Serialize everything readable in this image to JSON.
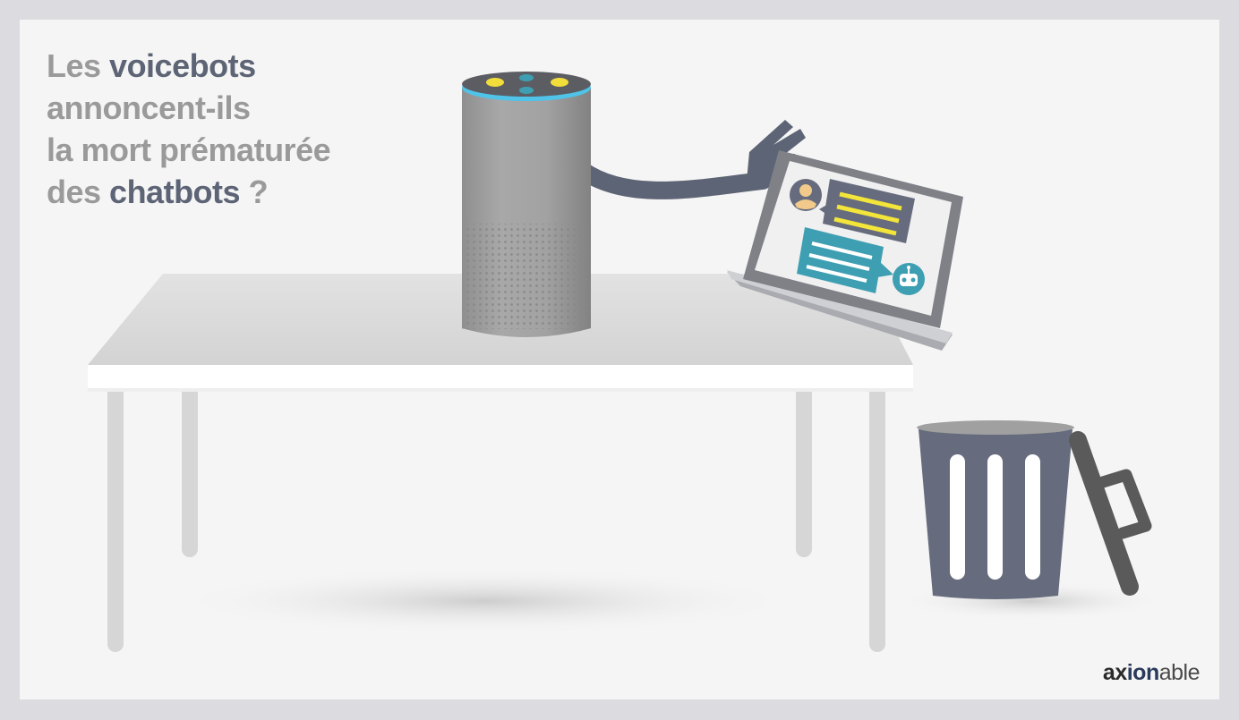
{
  "headline": {
    "line1_pre": "Les ",
    "line1_bold": "voicebots",
    "line2": "annoncent-ils",
    "line3": "la mort prématurée",
    "line4_pre": "des ",
    "line4_bold": "chatbots",
    "line4_post": " ?"
  },
  "logo": {
    "part1": "ax",
    "part2": "ion",
    "part3": "able"
  },
  "colors": {
    "background": "#f5f5f5",
    "frame_border": "#dcdce0",
    "headline_gray": "#9a9a9a",
    "headline_dark": "#5d6475",
    "speaker_gray": "#a0a0a0",
    "speaker_light_ring": "#4fc3e8",
    "speaker_buttons": "#f2de3a",
    "arm": "#5d6475",
    "laptop_frame": "#7f8187",
    "chat_yellow": "#f4e53a",
    "chat_teal": "#3f9fb2",
    "trash_can": "#666c7d",
    "table_top": "#dcdcdc",
    "table_legs": "#d6d6d6"
  },
  "icons": [
    "speaker-icon",
    "laptop-icon",
    "user-avatar-icon",
    "robot-icon",
    "chat-bubble-icon",
    "trash-can-icon"
  ]
}
